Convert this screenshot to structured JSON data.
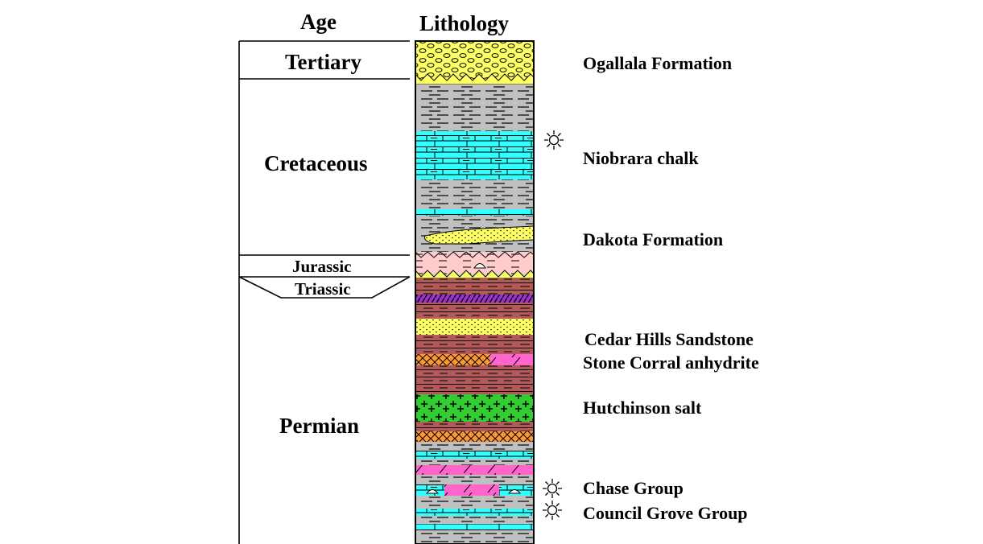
{
  "headers": {
    "age": "Age",
    "lithology": "Lithology"
  },
  "ages": {
    "tertiary": "Tertiary",
    "cretaceous": "Cretaceous",
    "jurassic": "Jurassic",
    "triassic": "Triassic",
    "permian": "Permian"
  },
  "formations": {
    "ogallala": "Ogallala Formation",
    "niobrara": "Niobrara chalk",
    "dakota": "Dakota Formation",
    "cedar_hills": "Cedar Hills Sandstone",
    "stone_corral": "Stone Corral anhydrite",
    "hutchinson": "Hutchinson salt",
    "chase": "Chase Group",
    "council_grove": "Council Grove Group"
  },
  "colors": {
    "conglomerate": "#ffff66",
    "shale": "#c0c0c0",
    "chalk": "#33ffff",
    "sandstone": "#ffff66",
    "jurassic_red": "#ffcccc",
    "redbed": "#b35959",
    "purple_band": "#9933cc",
    "anhydrite_orange": "#ff9933",
    "anhydrite_pink": "#ff66cc",
    "salt": "#33cc33"
  },
  "symbols": {
    "oil_gas": "sun-symbol-icon"
  }
}
